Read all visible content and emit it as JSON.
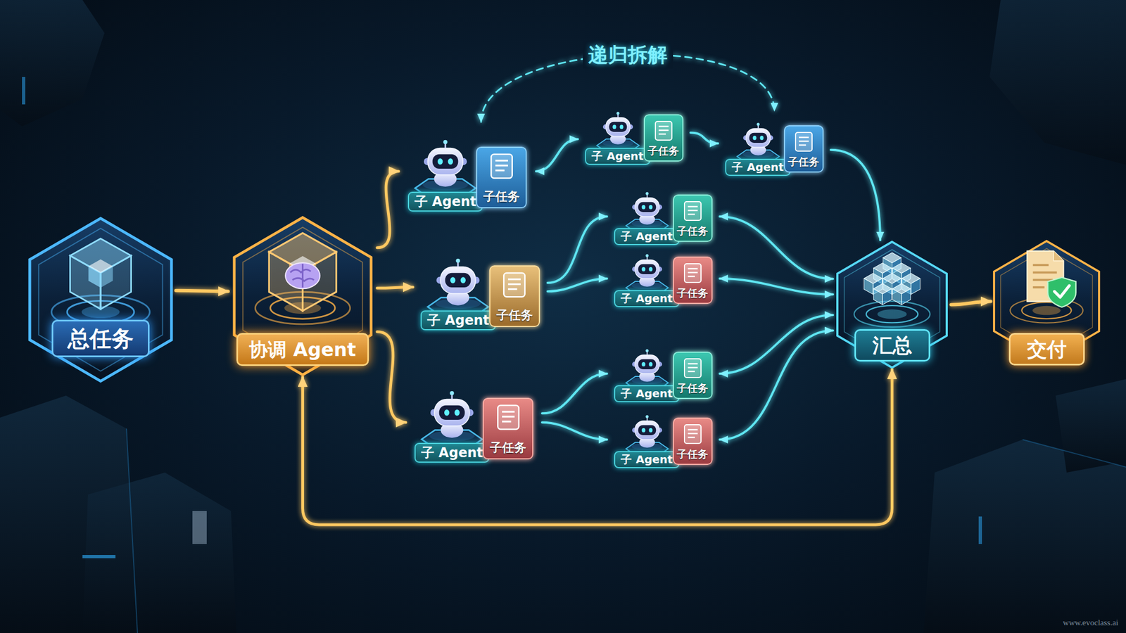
{
  "diagram": {
    "nodes": [
      {
        "text": [
          "总任务"
        ]
      },
      {
        "text": [
          "协调 Agent"
        ]
      },
      {
        "text": [
          "子 Agent",
          "子任务"
        ]
      },
      {
        "text": [
          "子 Agent",
          "子任务"
        ]
      },
      {
        "text": [
          "子 Agent",
          "子任务"
        ]
      },
      {
        "text": [
          "子 Agent",
          "子任务"
        ]
      },
      {
        "text": [
          "子 Agent",
          "子任务"
        ]
      },
      {
        "text": [
          "子 Agent",
          "子任务"
        ]
      },
      {
        "text": [
          "子 Agent",
          "子任务"
        ]
      },
      {
        "text": [
          "子 Agent",
          "子任务"
        ]
      },
      {
        "text": [
          "子 Agent",
          "子任务"
        ]
      },
      {
        "text": [
          "汇总"
        ]
      },
      {
        "text": [
          "交付"
        ]
      }
    ],
    "edges": [
      {
        "from": 0,
        "to": 1,
        "arrow": "to"
      },
      {
        "from": 1,
        "to": 2,
        "arrow": "to"
      },
      {
        "from": 1,
        "to": 5,
        "arrow": "to"
      },
      {
        "from": 1,
        "to": 8,
        "arrow": "to"
      },
      {
        "from": 2,
        "to": 3,
        "arrow": "both"
      },
      {
        "from": 3,
        "to": 4,
        "arrow": "to"
      },
      {
        "from": 2,
        "to": 4,
        "label": "递归拆解",
        "arrow": "both"
      },
      {
        "from": 4,
        "to": 11,
        "arrow": "to"
      },
      {
        "from": 5,
        "to": 6,
        "arrow": "to"
      },
      {
        "from": 5,
        "to": 7,
        "arrow": "to"
      },
      {
        "from": 6,
        "to": 11,
        "arrow": "both"
      },
      {
        "from": 7,
        "to": 11,
        "arrow": "both"
      },
      {
        "from": 8,
        "to": 9,
        "arrow": "to"
      },
      {
        "from": 8,
        "to": 10,
        "arrow": "to"
      },
      {
        "from": 9,
        "to": 11,
        "arrow": "both"
      },
      {
        "from": 10,
        "to": 11,
        "arrow": "both"
      },
      {
        "from": 11,
        "to": 12,
        "arrow": "to"
      },
      {
        "from": 11,
        "to": 1,
        "arrow": "both"
      }
    ],
    "labels": [
      "www.evoclass.ai"
    ]
  }
}
